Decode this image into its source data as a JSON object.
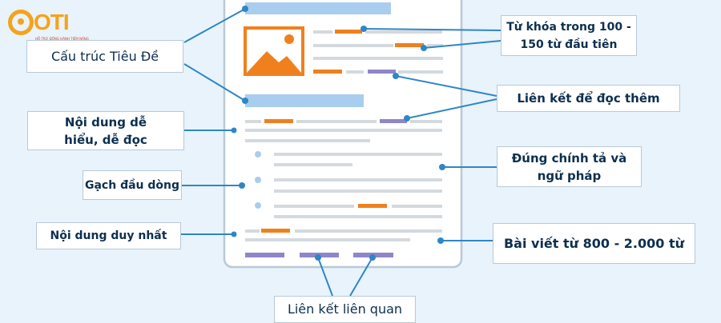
{
  "logo": {
    "text": "OTI",
    "tagline": "HỖ TRỢ ĐỒNG HÀNH TIÊM NĂNG",
    "color": "#f5a31a"
  },
  "labels": {
    "title_structure": "Cấu trúc Tiêu Đề",
    "keyword_line1": "Từ khóa trong 100 -",
    "keyword_line2": "150 từ đầu tiên",
    "read_more": "Liên kết để đọc thêm",
    "easy_line1": "Nội dung dễ",
    "easy_line2": "hiểu, dễ đọc",
    "spelling_line1": "Đúng chính tả và",
    "spelling_line2": "ngữ pháp",
    "bullet": "Gạch đầu dòng",
    "unique": "Nội dung duy nhất",
    "word_count": "Bài viết từ 800 - 2.000 từ",
    "related": "Liên kết liên quan"
  },
  "colors": {
    "background": "#e8f3fc",
    "connector": "#2f86c6",
    "heading_bar": "#a9cdee",
    "text_line": "#d4d9de",
    "keyword": "#f0801e",
    "link": "#8f86c9",
    "image_icon": "#f0801e",
    "bullet_dot": "#a9cdee",
    "label_text": "#0d2f4f"
  },
  "icons": {
    "illustration": "image-placeholder-icon"
  }
}
